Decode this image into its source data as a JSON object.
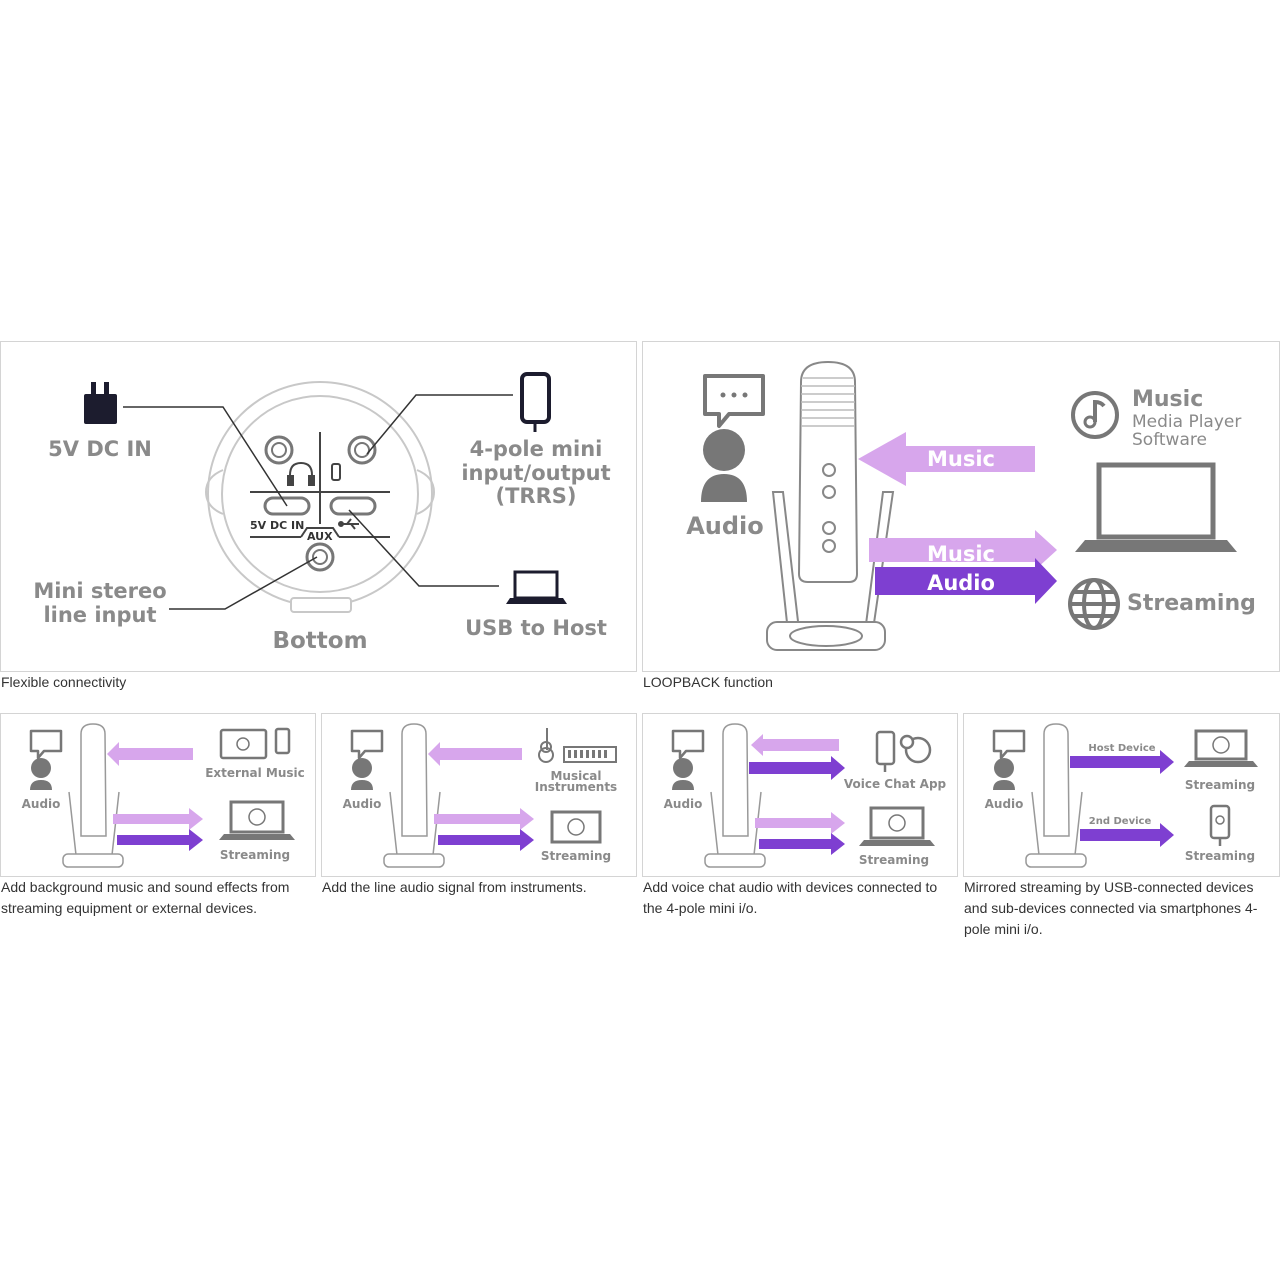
{
  "colors": {
    "accent_light": "#d7a6ec",
    "accent_dark": "#7e3fd1",
    "diagram_gray": "#8a8a8a",
    "border": "#d4d4d4"
  },
  "panel_connectivity": {
    "caption": "Flexible connectivity",
    "labels": {
      "dc_in": "5V DC IN",
      "trrs_line1": "4-pole mini",
      "trrs_line2": "input/output",
      "trrs_line3": "(TRRS)",
      "mini_line1": "Mini stereo",
      "mini_line2": "line input",
      "usb": "USB to Host",
      "bottom": "Bottom",
      "device_dc": "5V DC IN",
      "device_aux": "AUX"
    },
    "icons": [
      "power-adapter-icon",
      "smartphone-icon",
      "laptop-icon",
      "headphones-icon",
      "usb-icon"
    ]
  },
  "panel_loopback": {
    "caption": "LOOPBACK function",
    "audio_label": "Audio",
    "arrow_in_label": "Music",
    "arrow_out_music": "Music",
    "arrow_out_audio": "Audio",
    "player_title": "Music",
    "player_line2": "Media Player",
    "player_line3": "Software",
    "streaming": "Streaming",
    "icons": [
      "chat-bubble-icon",
      "person-icon",
      "microphone-icon",
      "music-note-icon",
      "laptop-icon",
      "globe-icon"
    ]
  },
  "small_panels": [
    {
      "audio": "Audio",
      "label1": "External Music",
      "label2": "Streaming",
      "caption": "Add background music and sound effects from streaming equipment or external devices."
    },
    {
      "audio": "Audio",
      "label1_line1": "Musical",
      "label1_line2": "Instruments",
      "label2": "Streaming",
      "caption": "Add the line audio signal from instruments."
    },
    {
      "audio": "Audio",
      "label1": "Voice Chat App",
      "label2": "Streaming",
      "caption": "Add voice chat audio with devices connected to the 4-pole mini i/o."
    },
    {
      "audio": "Audio",
      "tag1": "Host Device",
      "tag2": "2nd Device",
      "label1": "Streaming",
      "label2": "Streaming",
      "caption": "Mirrored streaming by USB-connected devices and sub-devices connected via smartphones 4-pole mini i/o."
    }
  ]
}
